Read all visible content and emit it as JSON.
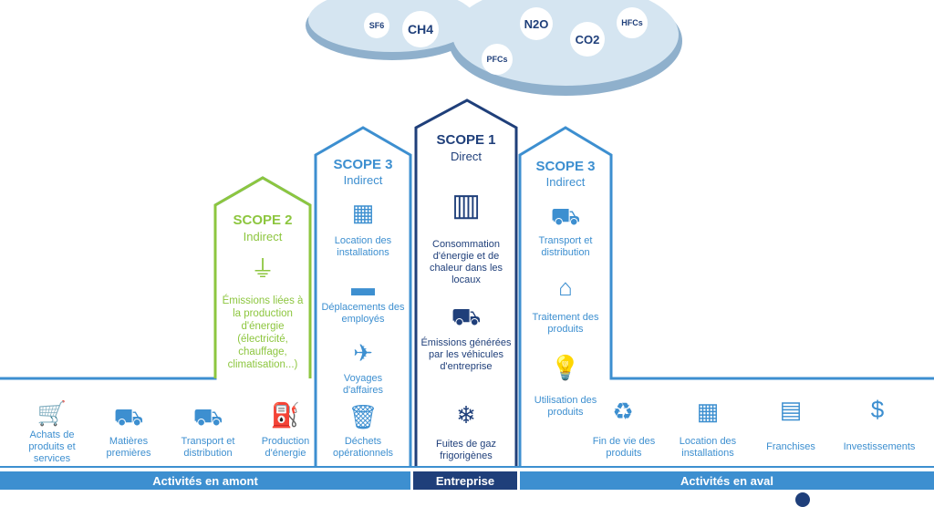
{
  "cloud": {
    "gases": [
      "SF6",
      "CH4",
      "N2O",
      "CO2",
      "HFCs",
      "PFCs"
    ]
  },
  "scope2": {
    "title": "SCOPE 2",
    "subtitle": "Indirect",
    "items": [
      "Émissions liées à la production d'énergie (électricité, chauffage, climatisation...)"
    ]
  },
  "scope3_left": {
    "title": "SCOPE 3",
    "subtitle": "Indirect",
    "items": [
      "Location des installations",
      "Déplacements des employés",
      "Voyages d'affaires",
      "Déchets opérationnels"
    ]
  },
  "scope1": {
    "title": "SCOPE 1",
    "subtitle": "Direct",
    "items": [
      "Consommation d'énergie et de chaleur dans les locaux",
      "Émissions générées par les véhicules d'entreprise",
      "Fuites de gaz frigorigènes"
    ]
  },
  "scope3_right": {
    "title": "SCOPE 3",
    "subtitle": "Indirect",
    "items": [
      "Transport et distribution",
      "Traitement des produits",
      "Utilisation des produits"
    ]
  },
  "upstream": [
    "Achats de produits et services",
    "Matières premières",
    "Transport et distribution",
    "Production d'énergie"
  ],
  "downstream": [
    "Fin de vie des produits",
    "Location des installations",
    "Franchises",
    "Investissements"
  ],
  "bars": {
    "left": "Activités en amont",
    "center": "Entreprise",
    "right": "Activités en aval"
  },
  "colors": {
    "light": "#3d8fd0",
    "dark": "#1f3f7a",
    "green": "#8dc63f",
    "cloud": "#d5e5f1",
    "shadow": "#8fb0cc"
  }
}
